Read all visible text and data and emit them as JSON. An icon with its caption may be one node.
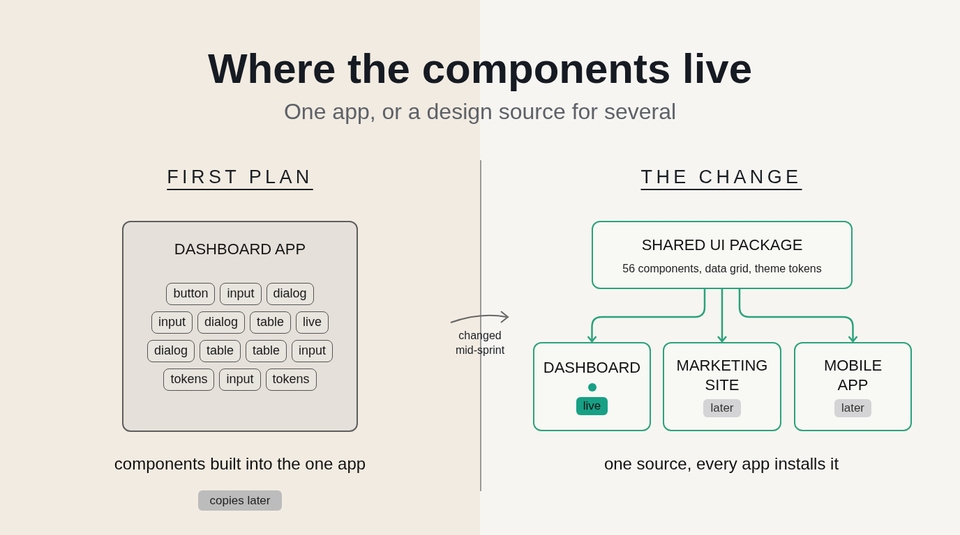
{
  "diagram": {
    "title": "Where the components live",
    "nodes": [
      {
        "text": [
          "DASHBOARD APP"
        ]
      },
      {
        "text": [
          "button"
        ],
        "in": 0
      },
      {
        "text": [
          "input"
        ],
        "in": 0
      },
      {
        "text": [
          "dialog"
        ],
        "in": 0
      },
      {
        "text": [
          "input"
        ],
        "in": 0
      },
      {
        "text": [
          "dialog"
        ],
        "in": 0
      },
      {
        "text": [
          "table"
        ],
        "in": 0
      },
      {
        "text": [
          "live"
        ],
        "in": 0
      },
      {
        "text": [
          "dialog"
        ],
        "in": 0
      },
      {
        "text": [
          "table"
        ],
        "in": 0
      },
      {
        "text": [
          "table"
        ],
        "in": 0
      },
      {
        "text": [
          "input"
        ],
        "in": 0
      },
      {
        "text": [
          "tokens"
        ],
        "in": 0
      },
      {
        "text": [
          "input"
        ],
        "in": 0
      },
      {
        "text": [
          "tokens"
        ],
        "in": 0
      },
      {
        "text": [
          "SHARED UI PACKAGE",
          "56 components, data grid, theme tokens"
        ]
      },
      {
        "text": [
          "DASHBOARD"
        ]
      },
      {
        "text": [],
        "shape": "circle",
        "in": 16
      },
      {
        "text": [
          "live"
        ],
        "in": 16
      },
      {
        "text": [
          "MARKETING SITE"
        ]
      },
      {
        "text": [
          "later"
        ],
        "in": 19
      },
      {
        "text": [
          "MOBILE APP"
        ]
      },
      {
        "text": [
          "later"
        ],
        "in": 21
      },
      {
        "text": [
          "copies later"
        ]
      }
    ],
    "edges": [
      {
        "from": 15,
        "to": 16,
        "arrow": "to"
      },
      {
        "from": 15,
        "to": 19,
        "arrow": "to"
      },
      {
        "from": 15,
        "to": 21,
        "arrow": "to"
      }
    ],
    "labels": [
      "One app, or a design source for several",
      "FIRST PLAN",
      "THE CHANGE",
      "changed mid-sprint",
      "components built into the one app",
      "one source, every app installs it"
    ]
  }
}
